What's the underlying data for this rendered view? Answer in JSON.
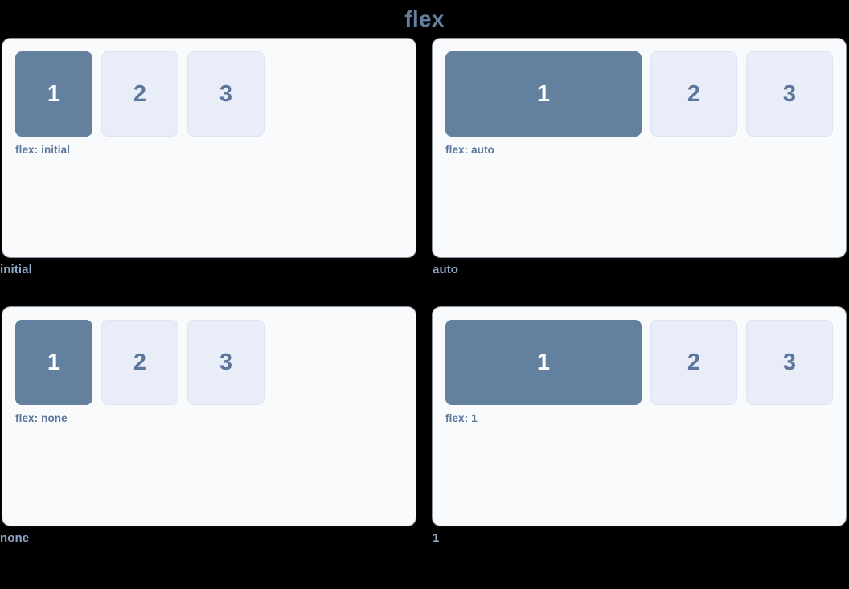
{
  "title": "flex",
  "panels": [
    {
      "caption": "initial",
      "label": "flex: initial",
      "mode": "initial",
      "boxes": [
        {
          "text": "1",
          "filled": true
        },
        {
          "text": "2",
          "filled": false
        },
        {
          "text": "3",
          "filled": false
        }
      ]
    },
    {
      "caption": "auto",
      "label": "flex: auto",
      "mode": "auto",
      "boxes": [
        {
          "text": "1",
          "filled": true
        },
        {
          "text": "2",
          "filled": false
        },
        {
          "text": "3",
          "filled": false
        }
      ]
    },
    {
      "caption": "none",
      "label": "flex: none",
      "mode": "none",
      "boxes": [
        {
          "text": "1",
          "filled": true
        },
        {
          "text": "2",
          "filled": false
        },
        {
          "text": "3",
          "filled": false
        }
      ]
    },
    {
      "caption": "1",
      "label": "flex: 1",
      "mode": "one",
      "boxes": [
        {
          "text": "1",
          "filled": true
        },
        {
          "text": "2",
          "filled": false
        },
        {
          "text": "3",
          "filled": false
        }
      ]
    }
  ],
  "colors": {
    "background": "#000000",
    "panel": "#f8fafc",
    "accent": "#64809f",
    "box_idle": "#e8edf7",
    "caption": "#8fa8c8",
    "label": "#5c769c"
  }
}
